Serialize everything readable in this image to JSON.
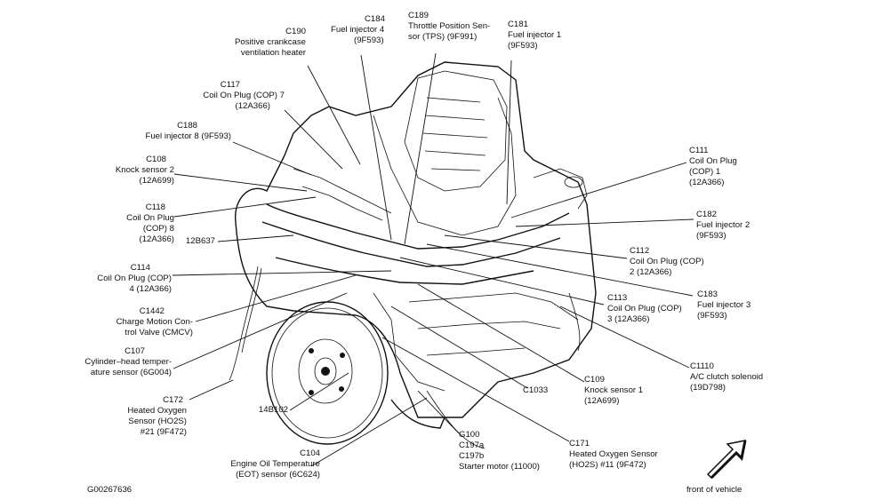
{
  "diagram_id": "G00267636",
  "front_label": "front of vehicle",
  "icons": {
    "front_arrow": "front-arrow-icon"
  },
  "labels": {
    "c190": [
      "C190",
      "Positive crankcase",
      "ventilation heater"
    ],
    "c184": [
      "C184",
      "Fuel injector 4",
      "(9F593)"
    ],
    "c189": [
      "C189",
      "Throttle Position Sen-",
      "sor (TPS) (9F991)"
    ],
    "c181": [
      "C181",
      "Fuel injector 1",
      "(9F593)"
    ],
    "c117": [
      "C117",
      "Coil On Plug (COP) 7",
      "(12A366)"
    ],
    "c188": [
      "C188",
      "Fuel injector 8 (9F593)"
    ],
    "c108": [
      "C108",
      "Knock sensor 2",
      "(12A699)"
    ],
    "c118": [
      "C118",
      "Coil On Plug",
      "(COP) 8",
      "(12A366)"
    ],
    "b637": [
      "12B637"
    ],
    "c114": [
      "C114",
      "Coil On Plug (COP)",
      "4 (12A366)"
    ],
    "c1442": [
      "C1442",
      "Charge Motion Con-",
      "trol Valve (CMCV)"
    ],
    "c107": [
      "C107",
      "Cylinder–head temper-",
      "ature sensor (6G004)"
    ],
    "c172": [
      "C172",
      "Heated Oxygen",
      "Sensor (HO2S)",
      "#21 (9F472)"
    ],
    "b102": [
      "14B102"
    ],
    "c104": [
      "C104",
      "Engine Oil Temperature",
      "(EOT) sensor (6C624)"
    ],
    "g100": [
      "G100",
      "C197a",
      "C197b",
      "Starter motor (11000)"
    ],
    "c171": [
      "C171",
      "Heated Oxygen Sensor",
      "(HO2S) #11 (9F472)"
    ],
    "c1033": [
      "C1033"
    ],
    "c109": [
      "C109",
      "Knock sensor 1",
      "(12A699)"
    ],
    "c1110": [
      "C1110",
      "A/C clutch solenoid",
      "(19D798)"
    ],
    "c113": [
      "C113",
      "Coil On Plug (COP)",
      "3 (12A366)"
    ],
    "c183": [
      "C183",
      "Fuel injector 3",
      "(9F593)"
    ],
    "c112": [
      "C112",
      "Coil On Plug (COP)",
      "2 (12A366)"
    ],
    "c182": [
      "C182",
      "Fuel injector 2",
      "(9F593)"
    ],
    "c111": [
      "C111",
      "Coil On Plug",
      "(COP) 1",
      "(12A366)"
    ]
  }
}
